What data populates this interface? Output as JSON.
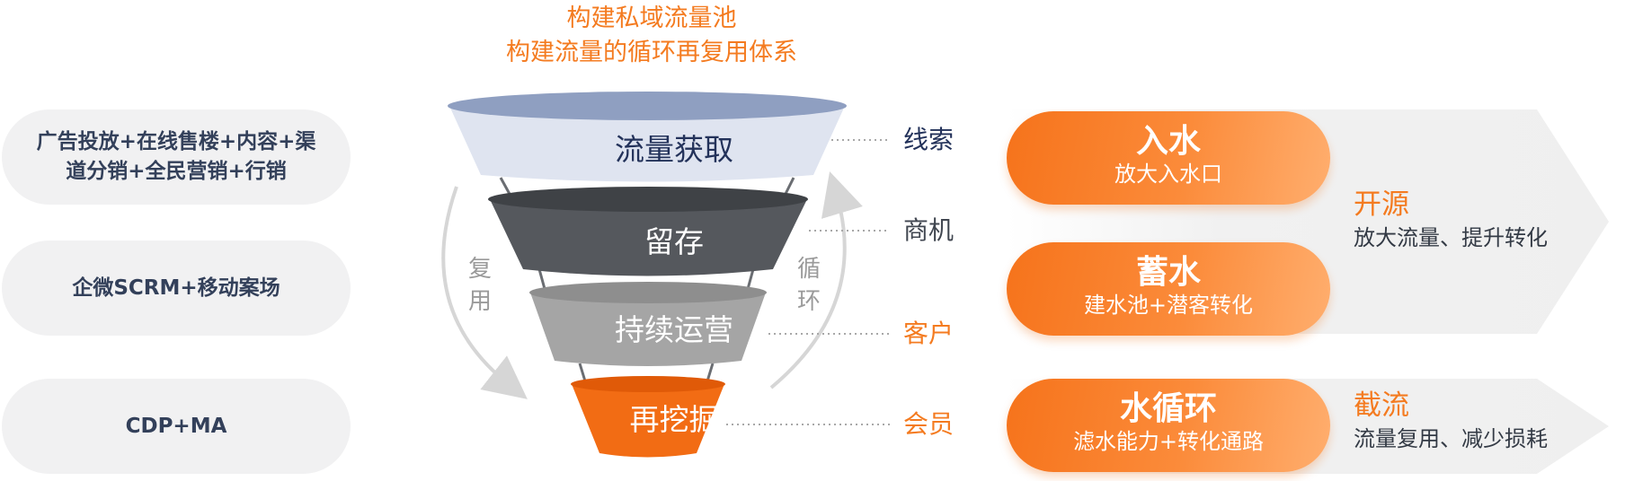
{
  "colors": {
    "orange": "#f47b20",
    "navy": "#23325a",
    "funnel_top": "#dfe4f0",
    "funnel_top_rim": "#8f9fc1",
    "funnel_dark": "#54575c",
    "funnel_mid": "#a4a4a4",
    "funnel_bottom": "#f26c14",
    "gray_text": "#404650"
  },
  "header": {
    "title_line1": "构建私域流量池",
    "title_line2": "构建流量的循环再复用体系"
  },
  "left_pills": [
    {
      "line1": "广告投放+在线售楼+内容+渠",
      "line2": "道分销+全民营销+行销"
    },
    {
      "line1": "企微SCRM+移动案场"
    },
    {
      "line1": "CDP+MA"
    }
  ],
  "funnel": {
    "stages": [
      {
        "label": "流量获取",
        "tag": "线索",
        "color": "funnel_top"
      },
      {
        "label": "留存",
        "tag": "商机",
        "color": "funnel_dark"
      },
      {
        "label": "持续运营",
        "tag": "客户",
        "color": "funnel_mid"
      },
      {
        "label": "再挖掘",
        "tag": "会员",
        "color": "funnel_bottom"
      }
    ],
    "side_left": [
      "复",
      "用"
    ],
    "side_right": [
      "循",
      "环"
    ]
  },
  "right": {
    "pills": [
      {
        "title": "入水",
        "subtitle": "放大入水口"
      },
      {
        "title": "蓄水",
        "subtitle": "建水池+潜客转化"
      },
      {
        "title": "水循环",
        "subtitle": "滤水能力+转化通路"
      }
    ],
    "groups": [
      {
        "heading": "开源",
        "desc": "放大流量、提升转化"
      },
      {
        "heading": "截流",
        "desc": "流量复用、减少损耗"
      }
    ]
  }
}
